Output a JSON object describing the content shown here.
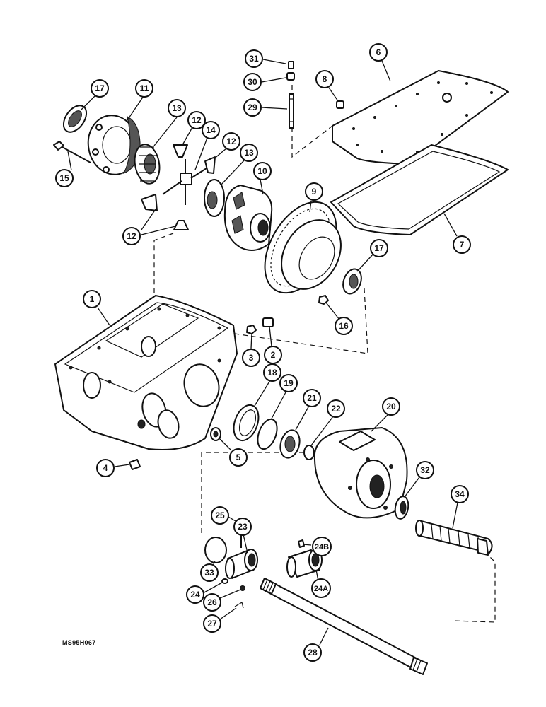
{
  "diagram": {
    "drawing_code": "MS95H067",
    "callouts": [
      {
        "id": "c31",
        "label": "31"
      },
      {
        "id": "c30",
        "label": "30"
      },
      {
        "id": "c29",
        "label": "29"
      },
      {
        "id": "c8",
        "label": "8"
      },
      {
        "id": "c6",
        "label": "6"
      },
      {
        "id": "c17a",
        "label": "17"
      },
      {
        "id": "c11",
        "label": "11"
      },
      {
        "id": "c13a",
        "label": "13"
      },
      {
        "id": "c12a",
        "label": "12"
      },
      {
        "id": "c14",
        "label": "14"
      },
      {
        "id": "c12b",
        "label": "12"
      },
      {
        "id": "c13b",
        "label": "13"
      },
      {
        "id": "c15",
        "label": "15"
      },
      {
        "id": "c10",
        "label": "10"
      },
      {
        "id": "c9",
        "label": "9"
      },
      {
        "id": "c12c",
        "label": "12"
      },
      {
        "id": "c7",
        "label": "7"
      },
      {
        "id": "c17b",
        "label": "17"
      },
      {
        "id": "c1",
        "label": "1"
      },
      {
        "id": "c16",
        "label": "16"
      },
      {
        "id": "c3",
        "label": "3"
      },
      {
        "id": "c2",
        "label": "2"
      },
      {
        "id": "c18",
        "label": "18"
      },
      {
        "id": "c19",
        "label": "19"
      },
      {
        "id": "c21",
        "label": "21"
      },
      {
        "id": "c22",
        "label": "22"
      },
      {
        "id": "c20",
        "label": "20"
      },
      {
        "id": "c5",
        "label": "5"
      },
      {
        "id": "c4",
        "label": "4"
      },
      {
        "id": "c32",
        "label": "32"
      },
      {
        "id": "c34",
        "label": "34"
      },
      {
        "id": "c25",
        "label": "25"
      },
      {
        "id": "c23",
        "label": "23"
      },
      {
        "id": "c24B",
        "label": "24B"
      },
      {
        "id": "c33",
        "label": "33"
      },
      {
        "id": "c24",
        "label": "24"
      },
      {
        "id": "c24A",
        "label": "24A"
      },
      {
        "id": "c26",
        "label": "26"
      },
      {
        "id": "c27",
        "label": "27"
      },
      {
        "id": "c28",
        "label": "28"
      }
    ]
  }
}
